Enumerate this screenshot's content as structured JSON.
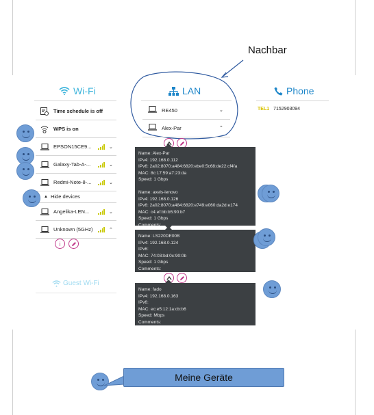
{
  "annotation": {
    "nachbar": "Nachbar",
    "meine_geraete": "Meine Geräte"
  },
  "columns": {
    "wifi": "Wi-Fi",
    "lan": "LAN",
    "phone": "Phone"
  },
  "wifi": {
    "schedule": "Time schedule is off",
    "wps": "WPS is on",
    "devices": [
      {
        "name": "EPSON15CE9...",
        "icon": "laptop-icon"
      },
      {
        "name": "Galaxy-Tab-A-...",
        "icon": "laptop-icon"
      },
      {
        "name": "Redmi-Note-8-...",
        "icon": "laptop-icon"
      }
    ],
    "hide_devices": "Hide devices",
    "hidden_devices": [
      {
        "name": "Angelika-LEN...",
        "icon": "laptop-icon"
      },
      {
        "name": "Unknown (5GHz)",
        "icon": "laptop-icon"
      }
    ],
    "guest": "Guest Wi-Fi"
  },
  "lan": {
    "devices": [
      "RE450",
      "Alex-Par"
    ]
  },
  "phone": {
    "tag": "TEL1",
    "number": "7152903094"
  },
  "popups": {
    "p1a": [
      "Name: Alex-Par",
      "IPv4: 192.168.0.112",
      "IPv6: 2a02:8070:a484:6820:ebe0:5c68:de22:cf4fa",
      "MAC: 8c:17:59:a7:23:da",
      "Speed: 1 Gbps"
    ],
    "p1b": [
      "Name: axels-lenovo",
      "IPv4: 192.168.0.126",
      "IPv6: 2a02:8070:a484:6820:e749:e060:da2d:e174",
      "MAC: c4:ef:bb:b5:90:b7",
      "Speed: 1 Gbps",
      "Comments:"
    ],
    "p2": [
      "Name: LS220DE00B",
      "IPv4: 192.168.0.124",
      "IPv6:",
      "MAC: 74:03:bd:0c:90:0b",
      "Speed: 1 Gbps",
      "Comments:"
    ],
    "p3": [
      "Name: fado",
      "IPv4: 192.168.0.163",
      "IPv6:",
      "MAC: ec:e5:12:1a:cb:b6",
      "Speed:  Mbps",
      "Comments:"
    ]
  },
  "colors": {
    "wifi": "#3fb5dc",
    "lan": "#1d86c9",
    "popup": "#3c4043",
    "smiley": "#6f9dd6",
    "action": "#c0388a"
  }
}
